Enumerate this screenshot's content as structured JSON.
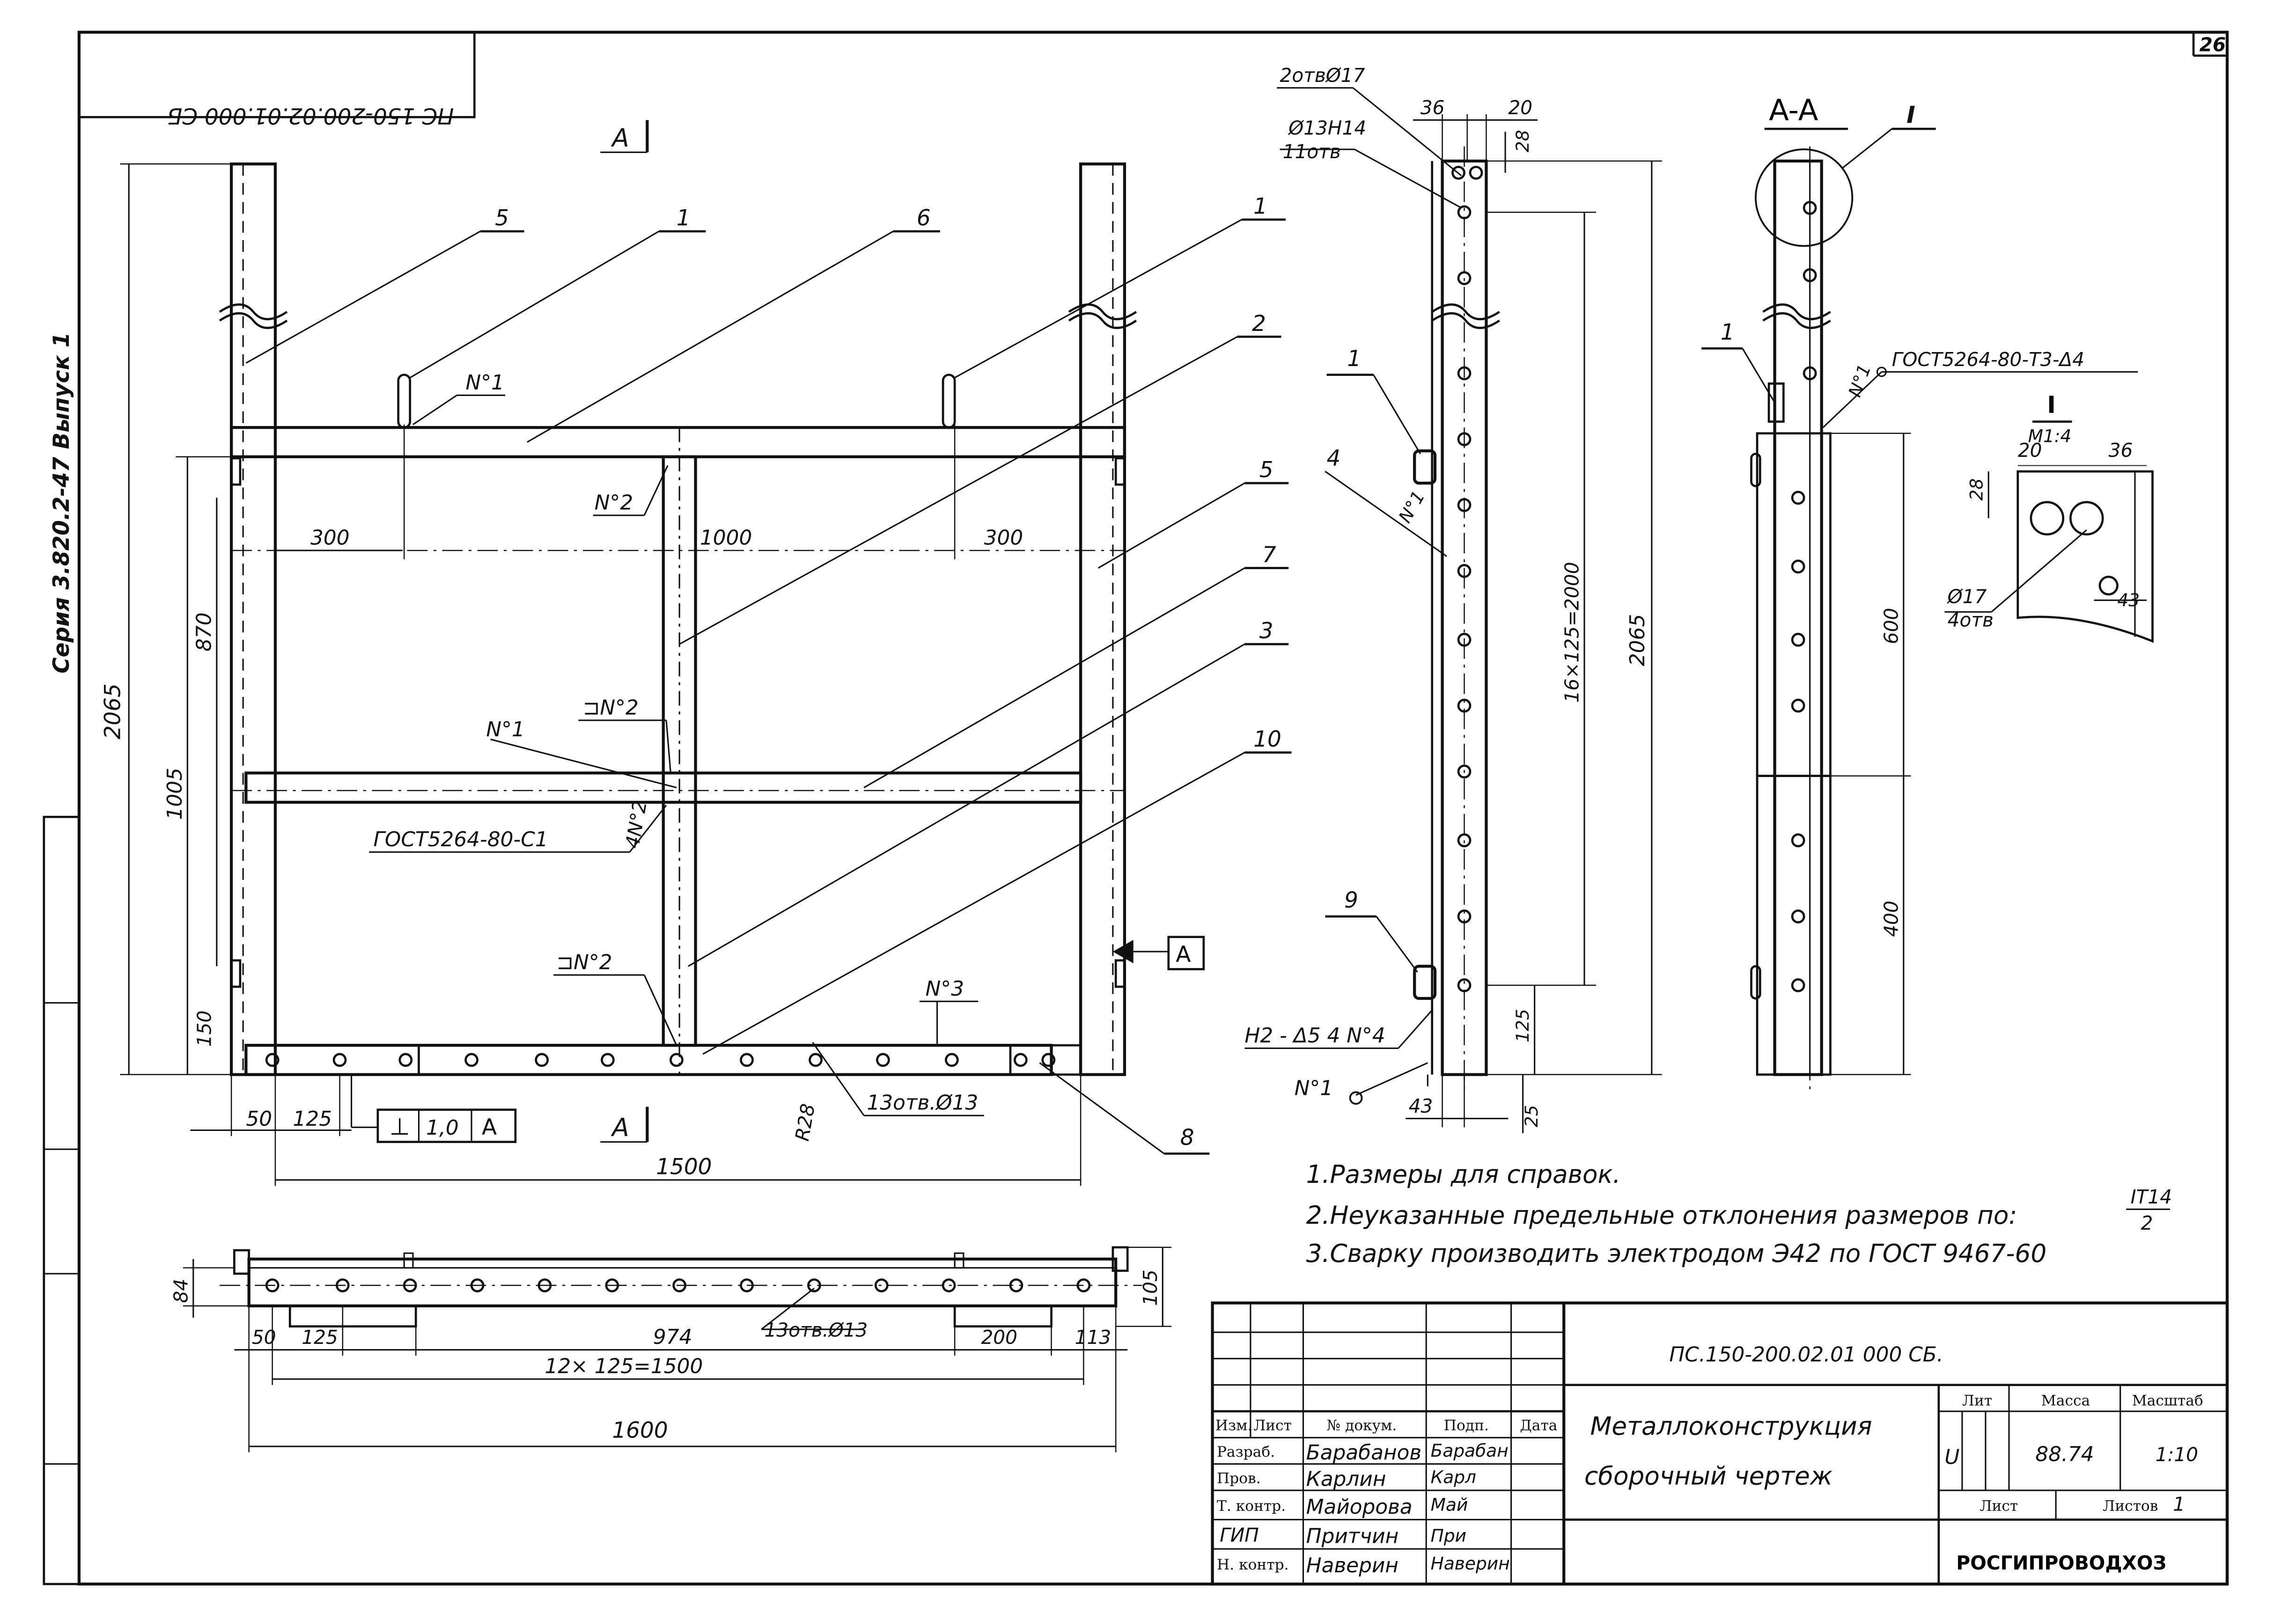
{
  "sheet": {
    "number": "26",
    "series": "Серия 3.820.2-47 Выпуск 1",
    "code_mirrored": "ПС 150-200.02.01.000 СБ"
  },
  "main_view": {
    "section_mark": "A",
    "dims": {
      "total_height": "2065",
      "d1005": "1005",
      "d870": "870",
      "d150": "150",
      "d300_left": "300",
      "d1000": "1000",
      "d300_right": "300",
      "d50": "50",
      "d125": "125",
      "d1500": "1500",
      "r28": "R28"
    },
    "positions": [
      "5",
      "1",
      "6",
      "1",
      "2",
      "5",
      "7",
      "3",
      "10",
      "8"
    ],
    "welds": {
      "n1_top": "N°1",
      "n2_center": "N°2",
      "n1_center": "N°1",
      "box_n2_center": "⊐N°2",
      "n4": "4N°2",
      "box_n2_bottom": "⊐N°2",
      "n3": "N°3"
    },
    "gost": "ГОСТ5264-80-С1",
    "holes_note": "13отв.Ø13",
    "tolerance": {
      "symbol": "⊥",
      "value": "1,0",
      "datum": "A"
    },
    "view_marker": "A"
  },
  "side_view": {
    "holes_top": "2отвØ17",
    "holes_main": "Ø13Н14",
    "holes_count": "11отв",
    "dims": {
      "d36": "36",
      "d20": "20",
      "d28": "28",
      "pitch": "16×125=2000",
      "total": "2065",
      "d125": "125",
      "d43": "43",
      "d25": "25"
    },
    "positions": [
      "1",
      "4",
      "9"
    ],
    "weld_n1": "N°1",
    "weld_h2": "Н2 - Δ5  4 N°4",
    "weld_n1_bottom": "N°1"
  },
  "section_aa": {
    "title": "A-A",
    "detail": "I",
    "position": "1",
    "weld": "N°1",
    "gost": "ГОСТ5264-80-Т3-Δ4",
    "d600": "600",
    "d400": "400"
  },
  "detail_i": {
    "title": "I",
    "scale": "M1:4",
    "d20": "20",
    "d36": "36",
    "d28": "28",
    "holes": "Ø17",
    "count": "4отв",
    "d43": "43"
  },
  "notes": [
    "1.Размеры  для  справок.",
    "2.Неуказанные   предельные  отклонения  размеров  по:",
    "3.Сварку  производить   электродом  Э42  по  ГОСТ 9467-60"
  ],
  "note2_fraction": {
    "num": "IT14",
    "den": "2"
  },
  "bottom_view": {
    "dims": {
      "d84": "84",
      "d105": "105",
      "d50": "50",
      "d125": "125",
      "d974": "974",
      "d200": "200",
      "d113": "113",
      "pitch": "12× 125=1500",
      "total": "1600"
    },
    "holes": "13отв.Ø13"
  },
  "title_block": {
    "code": "ПС.150-200.02.01 000 СБ.",
    "name_line1": "Металлоконструкция",
    "name_line2": "сборочный         чертеж",
    "headers": {
      "izm": "Изм.",
      "list": "Лист",
      "doc": "№ докум.",
      "sign": "Подп.",
      "date": "Дата"
    },
    "roles": [
      {
        "role": "Разраб.",
        "name": "Барабанов",
        "sign": "Барабан"
      },
      {
        "role": "Пров.",
        "name": "Карлин",
        "sign": "Карл"
      },
      {
        "role": "Т. контр.",
        "name": "Майорова",
        "sign": "Май"
      },
      {
        "role": "ГИП",
        "name": "Притчин",
        "sign": "При"
      },
      {
        "role": "Н. контр.",
        "name": "Наверин",
        "sign": "Наверин"
      }
    ],
    "lit_header": "Лит",
    "mass_header": "Масса",
    "scale_header": "Масштаб",
    "lit": "U",
    "mass": "88.74",
    "scale": "1:10",
    "sheet_label": "Лист",
    "sheets_label": "Листов",
    "sheets_value": "1",
    "org": "РОСГИПРОВОДХОЗ"
  }
}
